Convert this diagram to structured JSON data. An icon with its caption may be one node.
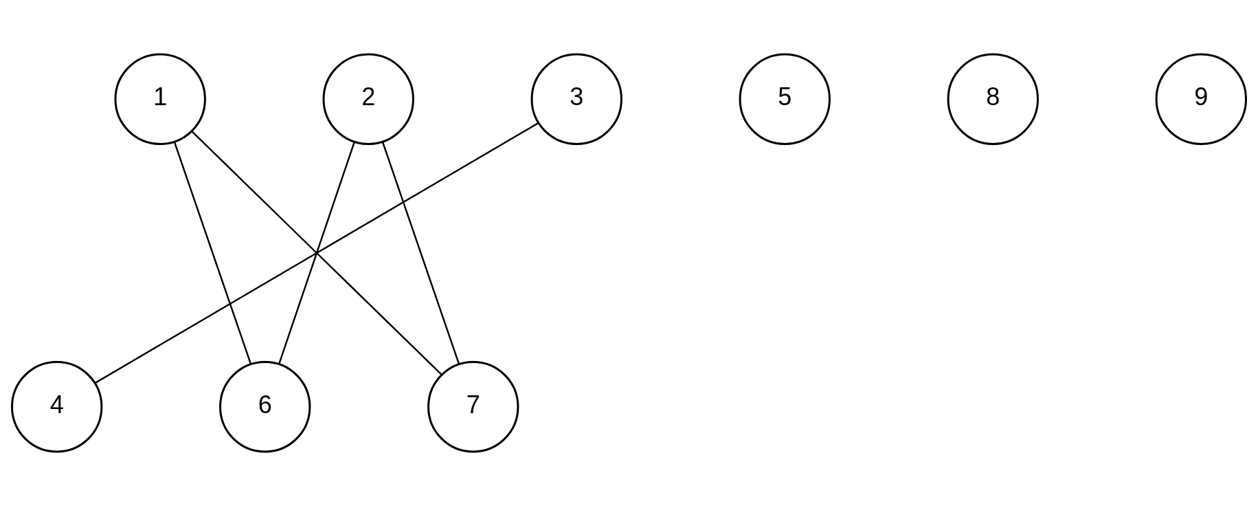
{
  "diagram": {
    "nodes": [
      {
        "text": [
          "1"
        ]
      },
      {
        "text": [
          "2"
        ]
      },
      {
        "text": [
          "3"
        ]
      },
      {
        "text": [
          "5"
        ]
      },
      {
        "text": [
          "8"
        ]
      },
      {
        "text": [
          "9"
        ]
      },
      {
        "text": [
          "4"
        ]
      },
      {
        "text": [
          "6"
        ]
      },
      {
        "text": [
          "7"
        ]
      }
    ],
    "edges": [
      {
        "from": 0,
        "to": 7,
        "arrow": "none"
      },
      {
        "from": 0,
        "to": 8,
        "arrow": "none"
      },
      {
        "from": 1,
        "to": 7,
        "arrow": "none"
      },
      {
        "from": 1,
        "to": 8,
        "arrow": "none"
      },
      {
        "from": 2,
        "to": 6,
        "arrow": "none"
      }
    ]
  }
}
